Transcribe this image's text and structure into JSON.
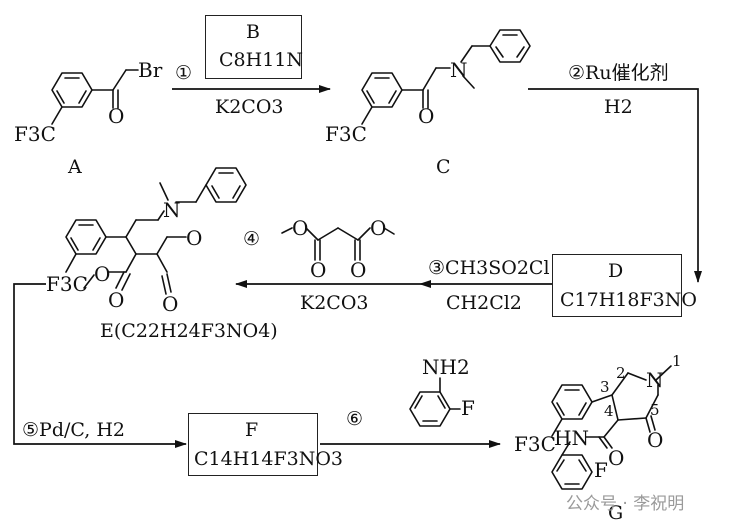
{
  "compounds": {
    "A": {
      "label": "A",
      "cf3": "F3C",
      "br": "Br",
      "o": "O"
    },
    "B": {
      "label": "B",
      "formula": "C8H11N"
    },
    "C": {
      "label": "C",
      "cf3": "F3C",
      "n": "N",
      "o": "O"
    },
    "D": {
      "label": "D",
      "formula": "C17H18F3NO"
    },
    "E": {
      "label": "E(C22H24F3NO4)",
      "cf3": "F3C",
      "n": "N",
      "o": "O"
    },
    "F": {
      "label": "F",
      "formula": "C14H14F3NO3"
    },
    "G": {
      "label": "G",
      "cf3": "F3C",
      "hn": "HN",
      "n": "N",
      "f": "F",
      "o": "O",
      "numbers": [
        "1",
        "2",
        "3",
        "4",
        "5"
      ]
    },
    "malonate": {
      "o": "O"
    },
    "aniline": {
      "nh2": "NH2",
      "f": "F"
    }
  },
  "steps": {
    "s1": {
      "num": "①",
      "reagent_below": "K2CO3"
    },
    "s2": {
      "reagent_above": "②Ru催化剂",
      "reagent_below": "H2"
    },
    "s3": {
      "reagent_above": "③CH3SO2Cl",
      "reagent_below": "CH2Cl2"
    },
    "s4": {
      "num": "④",
      "reagent_below": "K2CO3"
    },
    "s5": {
      "reagent": "⑤Pd/C, H2"
    },
    "s6": {
      "num": "⑥"
    }
  },
  "watermark": "公众号 · 李祝明"
}
